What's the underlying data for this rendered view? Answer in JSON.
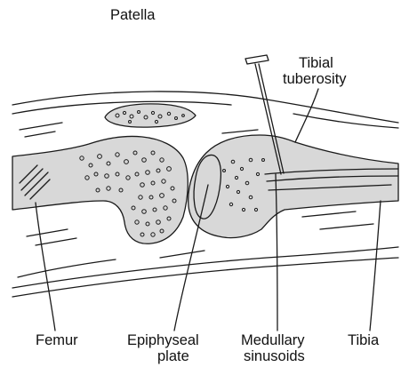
{
  "labels": {
    "patella": "Patella",
    "tibial_tuberosity_line1": "Tibial",
    "tibial_tuberosity_line2": "tuberosity",
    "femur": "Femur",
    "epiphyseal_line1": "Epiphyseal",
    "epiphyseal_line2": "plate",
    "medullary_line1": "Medullary",
    "medullary_line2": "sinusoids",
    "tibia": "Tibia"
  },
  "colors": {
    "bone_fill": "#d8d8d8",
    "outline": "#1a1a1a",
    "background": "#ffffff"
  }
}
